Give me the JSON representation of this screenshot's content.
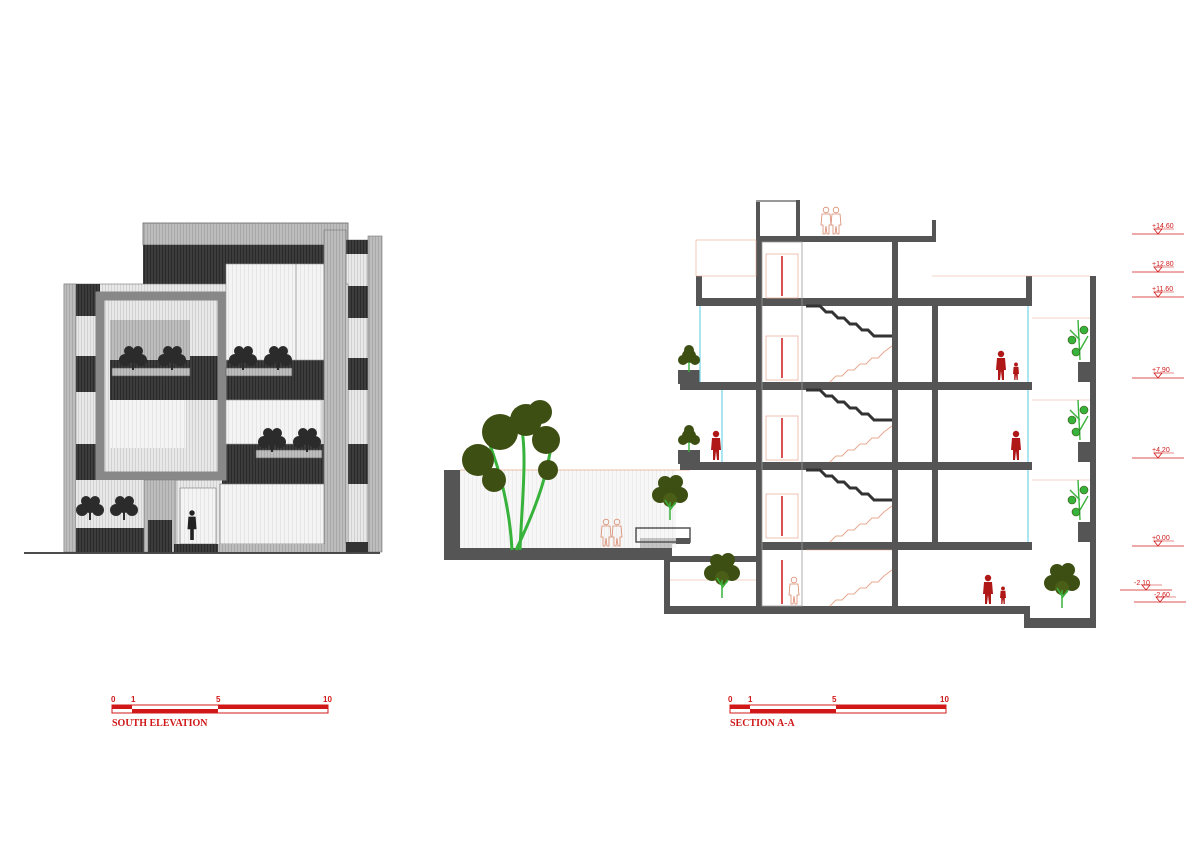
{
  "colors": {
    "accent": "#d01818",
    "wall": "#555555",
    "dark_panel": "#3a3a3a",
    "light_panel": "#e6e6e6",
    "mid_panel": "#b8b8b8",
    "foliage_dark": "#3e4f13",
    "foliage_green": "#37b23a",
    "glass": "#6fd4e4"
  },
  "elevation": {
    "title": "SOUTH ELEVATION",
    "scale_ticks": [
      "0",
      "1",
      "5",
      "10"
    ]
  },
  "section": {
    "title": "SECTION A-A",
    "scale_ticks": [
      "0",
      "1",
      "5",
      "10"
    ],
    "levels": [
      "+14.60",
      "+12.80",
      "+11.60",
      "+7.90",
      "+4.20",
      "+0.00",
      "-2.10",
      "-2.60"
    ]
  },
  "icons": {
    "tree": "tree-icon",
    "person": "person-icon",
    "level_marker": "level-marker-icon"
  }
}
